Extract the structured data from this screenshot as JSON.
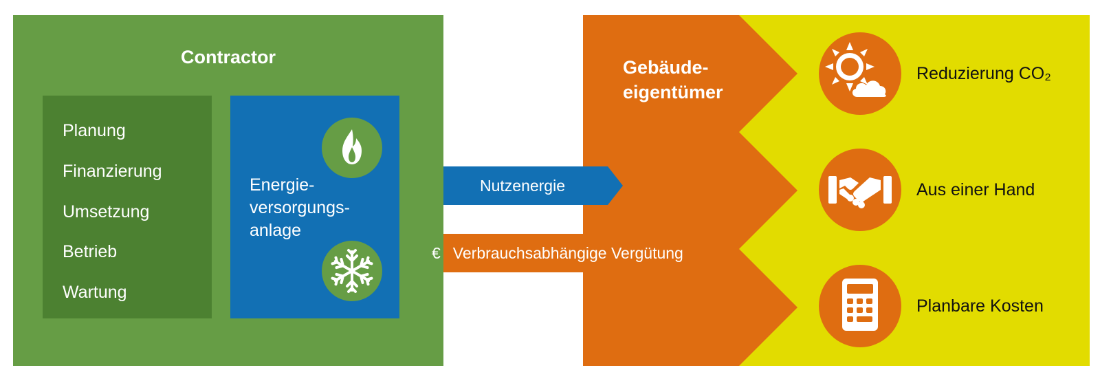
{
  "contractor": {
    "title": "Contractor",
    "services": [
      "Planung",
      "Finanzierung",
      "Umsetzung",
      "Betrieb",
      "Wartung"
    ]
  },
  "plant": {
    "label_lines": [
      "Energie-",
      "versorgungs-",
      "anlage"
    ],
    "icons": [
      "flame-icon",
      "snowflake-icon"
    ]
  },
  "flows": {
    "energy": "Nutzenergie",
    "payment_symbol": "€",
    "payment": "Verbrauchsabhängige Vergütung"
  },
  "owner": {
    "title_lines": [
      "Gebäude-",
      "eigentümer"
    ]
  },
  "benefits": [
    {
      "label": "Reduzierung CO₂",
      "icon": "sun-cloud-icon"
    },
    {
      "label": "Aus einer Hand",
      "icon": "handshake-icon"
    },
    {
      "label": "Planbare Kosten",
      "icon": "calculator-icon"
    }
  ],
  "colors": {
    "green": "#669d45",
    "dark_green": "#4c8131",
    "blue": "#1270b4",
    "orange": "#df6d11",
    "yellow": "#e2dc00"
  }
}
